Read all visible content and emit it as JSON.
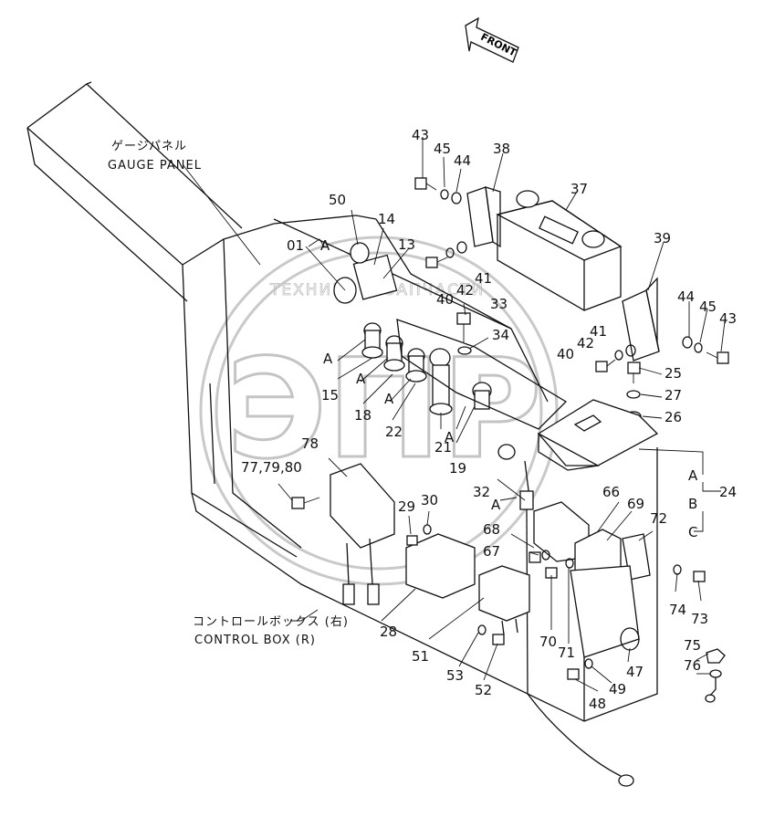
{
  "front_label": "FRONT",
  "gauge_panel": {
    "jp": "ゲージパネル",
    "en": "GAUGE PANEL"
  },
  "control_box": {
    "jp": "コントロールボックス (右)",
    "en": "CONTROL BOX (R)"
  },
  "watermark": {
    "text": "ТЕХНИКА И ЗАПЧАСТИ",
    "logo": "ЭПР"
  },
  "callouts": {
    "c01": "01",
    "c13": "13",
    "c14": "14",
    "c15": "15",
    "c18": "18",
    "c19": "19",
    "c21": "21",
    "c22": "22",
    "c24": "24",
    "c25": "25",
    "c26": "26",
    "c27": "27",
    "c28": "28",
    "c29": "29",
    "c30": "30",
    "c32": "32",
    "c33": "33",
    "c34": "34",
    "c37": "37",
    "c38": "38",
    "c39": "39",
    "c40a": "40",
    "c40b": "40",
    "c41a": "41",
    "c41b": "41",
    "c42a": "42",
    "c42b": "42",
    "c43a": "43",
    "c43b": "43",
    "c44a": "44",
    "c44b": "44",
    "c45a": "45",
    "c45b": "45",
    "c47": "47",
    "c48": "48",
    "c49": "49",
    "c50": "50",
    "c51": "51",
    "c52": "52",
    "c53": "53",
    "c66": "66",
    "c67": "67",
    "c68": "68",
    "c69": "69",
    "c70": "70",
    "c71": "71",
    "c72": "72",
    "c73": "73",
    "c74": "74",
    "c75": "75",
    "c76": "76",
    "c77": "77,79,80",
    "c78": "78"
  },
  "refs": {
    "a1": "A",
    "a2": "A",
    "a3": "A",
    "a4": "A",
    "a5": "A",
    "a6": "A",
    "b1": "B",
    "c1": "C",
    "a7": "A"
  }
}
